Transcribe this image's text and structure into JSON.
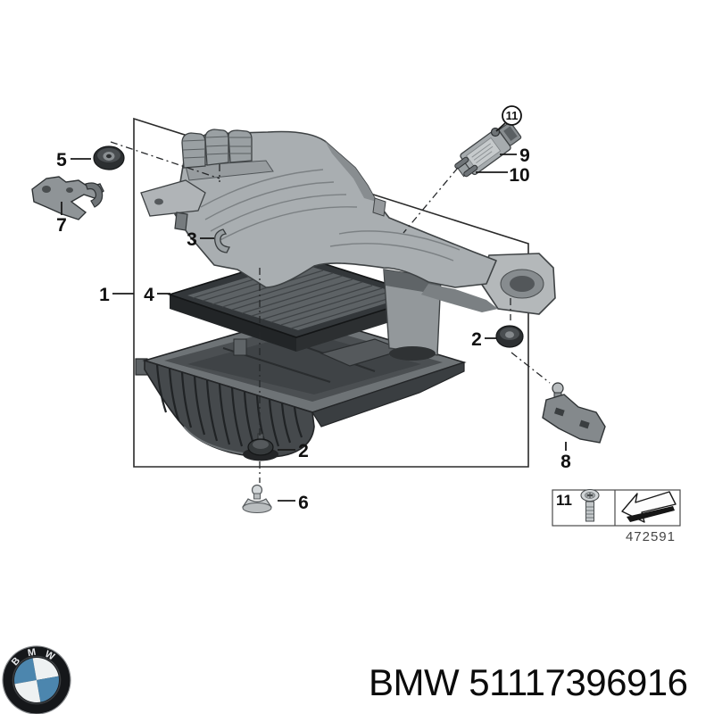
{
  "figure": {
    "description_icons": [
      "air-cleaner-cover",
      "filter-element",
      "lower-housing",
      "intake-sensor"
    ],
    "callouts": [
      {
        "label": "5"
      },
      {
        "label": "7"
      },
      {
        "label": "3"
      },
      {
        "label": "1"
      },
      {
        "label": "4"
      },
      {
        "label": "2"
      },
      {
        "label": "2"
      },
      {
        "label": "6"
      },
      {
        "label": "8"
      },
      {
        "label": "9"
      },
      {
        "label": "10"
      },
      {
        "label": "11"
      }
    ],
    "drawing_number": "472591",
    "legend": {
      "ref_label": "11",
      "icons": [
        "torx-screw-icon",
        "direction-arrow-icon"
      ]
    }
  },
  "footer": {
    "logo": "bmw-roundel-logo",
    "text": "BMW 51117396916"
  },
  "colors": {
    "bmw_blue": "#4c86ae",
    "line_black": "#1a1a1a",
    "part_light_gray": "#a9aeb1",
    "part_dark_gray": "#3a3e40",
    "figure_number_gray": "#454545"
  }
}
